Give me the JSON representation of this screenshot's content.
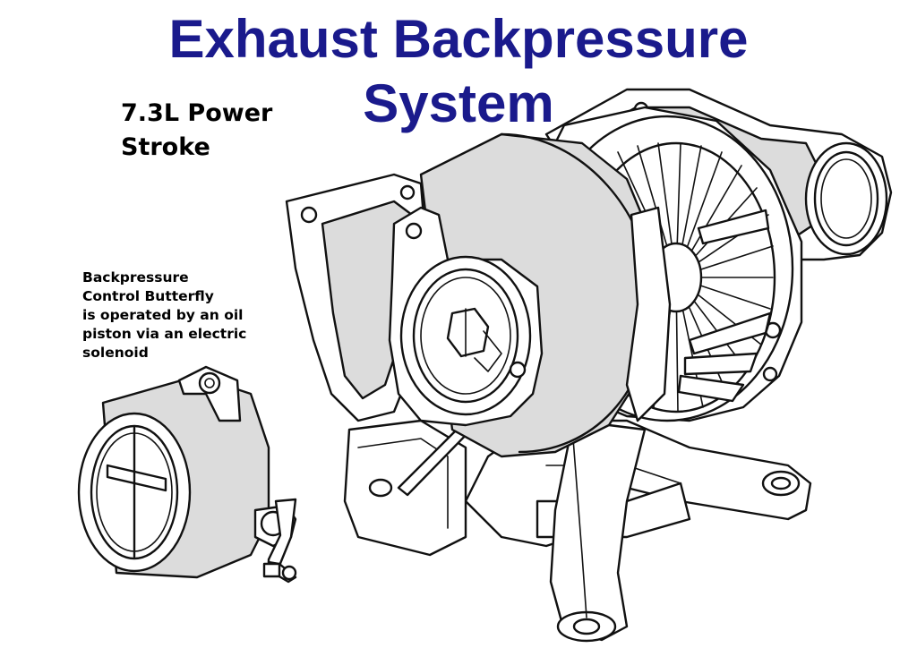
{
  "title": {
    "line1": "Exhaust Backpressure",
    "line2": "System"
  },
  "subtitle": {
    "line1": "7.3L Power",
    "line2": "Stroke"
  },
  "caption": {
    "lines": [
      "Backpressure",
      "Control Butterfly",
      "is operated by an oil",
      "piston via an electric",
      "solenoid"
    ]
  },
  "colors": {
    "title": "#1a1a8c",
    "shading": "#dcdcdc",
    "outline": "#111111"
  },
  "icons": {
    "turbocharger": "turbocharger-illustration",
    "butterfly_valve": "butterfly-valve-illustration"
  }
}
